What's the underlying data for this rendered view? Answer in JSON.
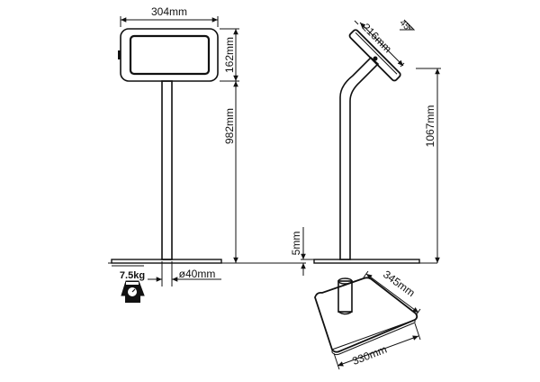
{
  "front_view": {
    "width_label": "304mm",
    "screen_height_label": "162mm",
    "pole_height_label": "982mm",
    "pole_diameter_label": "ø40mm"
  },
  "weight": {
    "label": "7.5kg",
    "icon": "scale-weight-icon"
  },
  "side_view": {
    "tablet_depth_label": "216mm",
    "tilt_label": "45°",
    "total_height_label": "1067mm",
    "base_thickness_label": "5mm"
  },
  "base_view": {
    "depth_label": "345mm",
    "width_label": "330mm"
  }
}
